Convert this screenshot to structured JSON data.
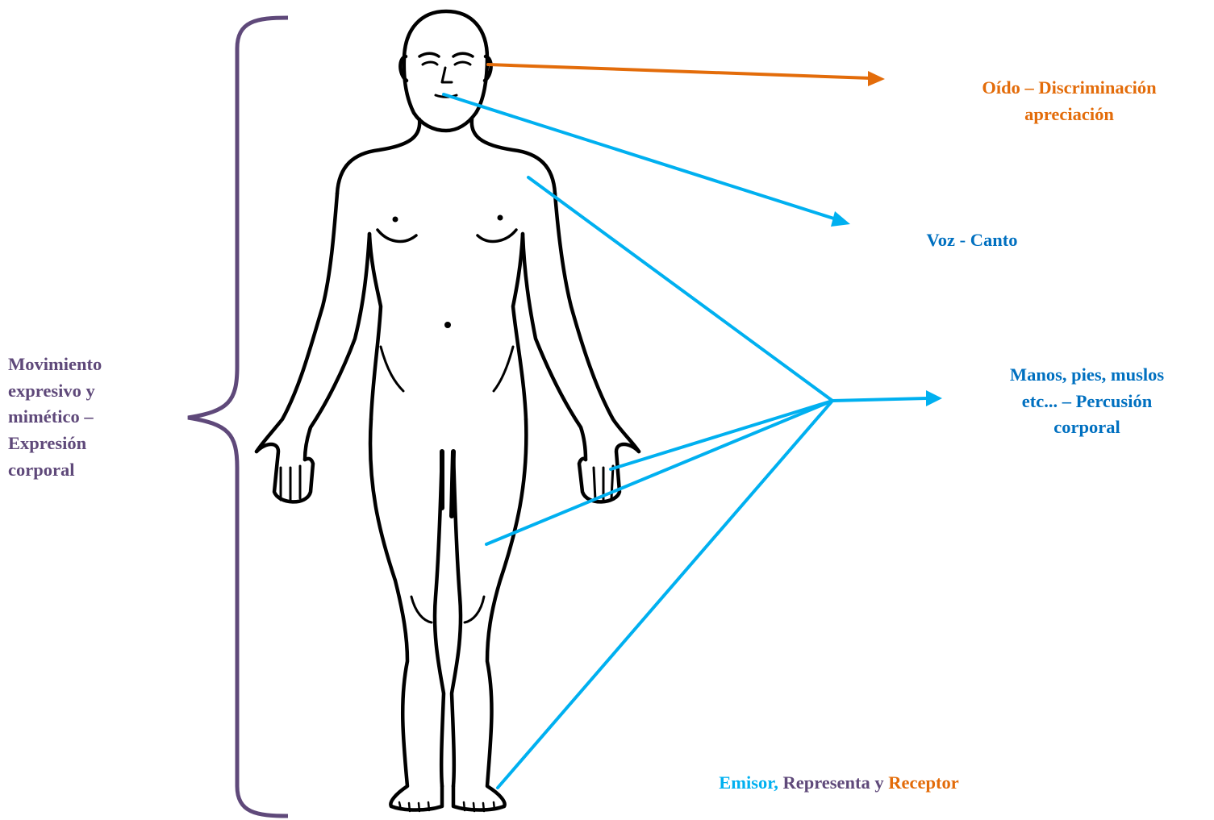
{
  "colors": {
    "orange": "#E36C0A",
    "blue": "#0070C0",
    "cyan": "#00B0F0",
    "purple": "#5F497A",
    "outline": "#000000"
  },
  "labels": {
    "movement": [
      "Movimiento",
      "expresivo y",
      "mimético –",
      "Expresión",
      "corporal"
    ],
    "ear": [
      "Oído – Discriminación",
      "apreciación"
    ],
    "voice": [
      "Voz - Canto"
    ],
    "percussion": [
      "Manos, pies, muslos",
      "etc... – Percusión",
      "corporal"
    ]
  },
  "legend": {
    "emisor": "Emisor,",
    "representa": "Representa",
    "y": "y",
    "receptor": "Receptor"
  }
}
